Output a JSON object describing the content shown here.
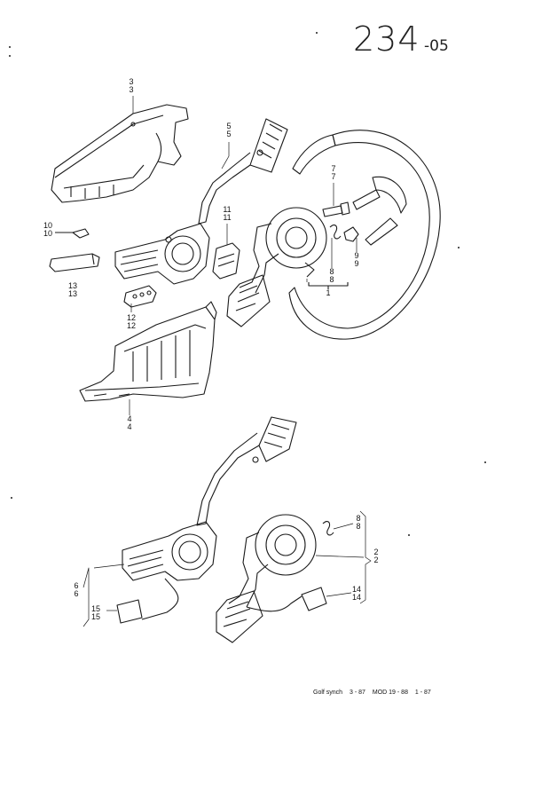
{
  "header": {
    "page_number": "234",
    "page_suffix": "-05"
  },
  "callouts": [
    {
      "id": "c3",
      "top": "3",
      "bottom": "3"
    },
    {
      "id": "c5",
      "top": "5",
      "bottom": "5"
    },
    {
      "id": "c7",
      "top": "7",
      "bottom": "7"
    },
    {
      "id": "c10",
      "top": "10",
      "bottom": "10"
    },
    {
      "id": "c11",
      "top": "11",
      "bottom": "11"
    },
    {
      "id": "c13",
      "top": "13",
      "bottom": "13"
    },
    {
      "id": "c8a",
      "top": "8",
      "bottom": "8"
    },
    {
      "id": "c9",
      "top": "9",
      "bottom": "9"
    },
    {
      "id": "c1",
      "top": "1",
      "bottom": ""
    },
    {
      "id": "c12",
      "top": "12",
      "bottom": "12"
    },
    {
      "id": "c4",
      "top": "4",
      "bottom": "4"
    },
    {
      "id": "c8b",
      "top": "8",
      "bottom": "8"
    },
    {
      "id": "c2",
      "top": "2",
      "bottom": "2"
    },
    {
      "id": "c6",
      "top": "6",
      "bottom": "6"
    },
    {
      "id": "c14",
      "top": "14",
      "bottom": "14"
    },
    {
      "id": "c15",
      "top": "15",
      "bottom": "15"
    }
  ],
  "footer": {
    "model": "Golf synch",
    "date1": "3 - 87",
    "code": "MOD 19 - 88",
    "date2": "1 - 87"
  }
}
